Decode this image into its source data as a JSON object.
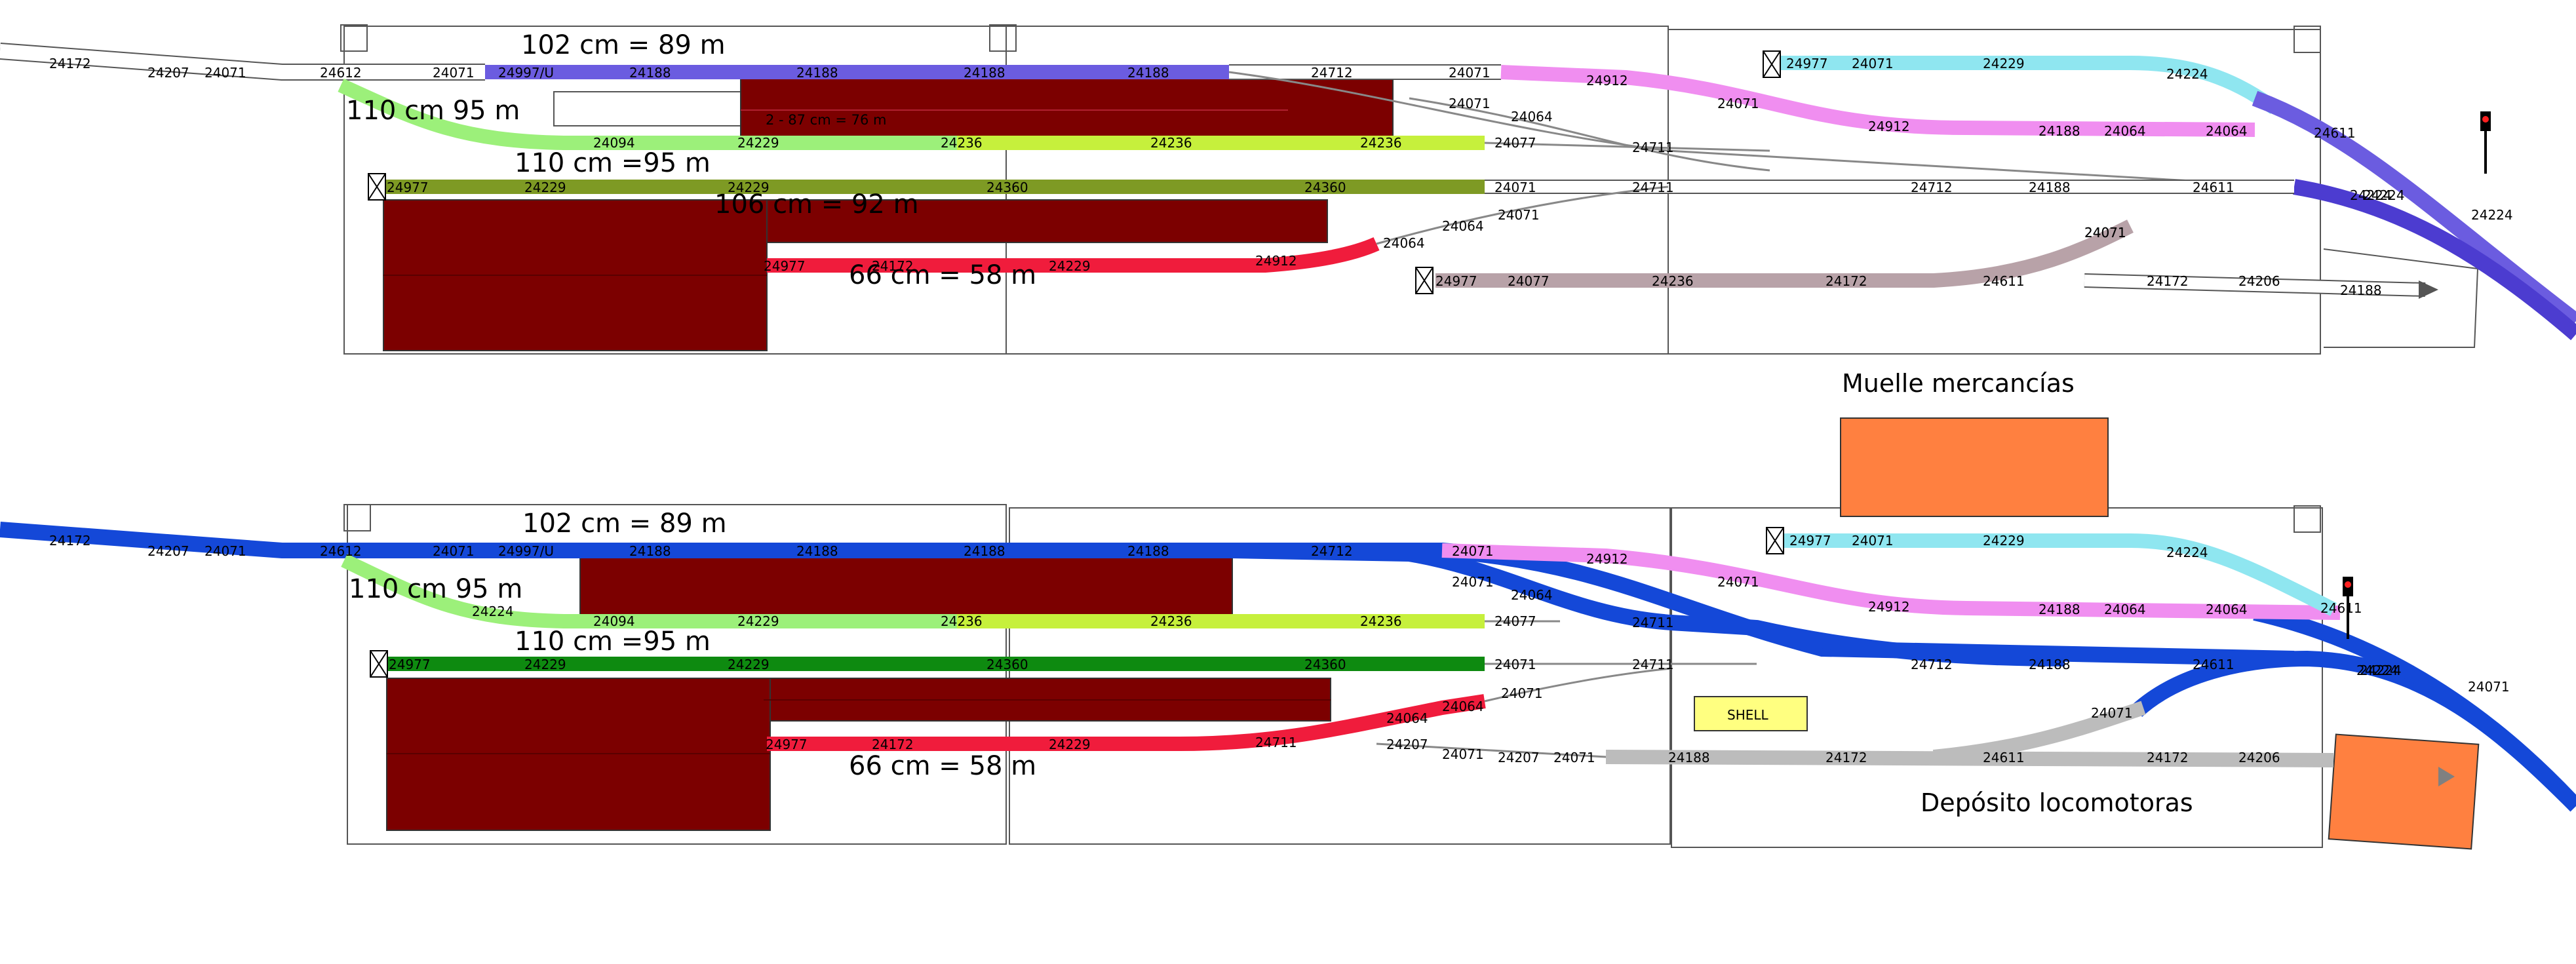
{
  "top_plan": {
    "captions": {
      "c1": "102 cm = 89 m",
      "c2": "110 cm 95 m",
      "c3": "110 cm =95 m",
      "c4": "106 cm = 92 m",
      "c5": "66 cm = 58 m",
      "c6": "2 - 87 cm = 76 m"
    },
    "labels": {
      "l01": "24172",
      "l02": "24207",
      "l03": "24071",
      "l04": "24612",
      "l05": "24071",
      "l06": "24997/U",
      "l07": "24188",
      "l08": "24188",
      "l09": "24188",
      "l10": "24188",
      "l11": "24712",
      "l12": "24071",
      "l13": "24912",
      "l14": "24071",
      "l15": "24912",
      "l16": "24188",
      "l17": "24064",
      "l18": "24064",
      "l19": "24071",
      "l20": "24064",
      "l21": "24977",
      "l22": "24071",
      "l23": "24229",
      "l24": "24224",
      "l25": "24611",
      "l26": "24224",
      "l27": "24224",
      "l28": "24094",
      "l29": "24229",
      "l30": "24236",
      "l31": "24236",
      "l32": "24236",
      "l33": "24077",
      "l34": "24711",
      "l35": "24977",
      "l36": "24229",
      "l37": "24229",
      "l38": "24360",
      "l39": "24360",
      "l40": "24071",
      "l41": "24711",
      "l42": "24712",
      "l43": "24188",
      "l44": "24611",
      "l45": "24224",
      "l46": "24071",
      "l47": "24977",
      "l48": "24172",
      "l49": "24229",
      "l50": "24912",
      "l51": "24064",
      "l52": "24064",
      "l53": "24071",
      "l54": "24977",
      "l55": "24077",
      "l56": "24236",
      "l57": "24172",
      "l58": "24611",
      "l59": "24071",
      "l60": "24172",
      "l61": "24206",
      "l62": "24188"
    }
  },
  "bottom_plan": {
    "captions": {
      "c1": "102 cm = 89 m",
      "c2": "110 cm 95 m",
      "c3": "110 cm =95 m",
      "c4": "66 cm = 58 m",
      "c5": "Muelle mercancías",
      "c6": "SHELL",
      "c7": "Depósito locomotoras"
    },
    "labels": {
      "l01": "24172",
      "l02": "24207",
      "l03": "24071",
      "l04": "24612",
      "l05": "24071",
      "l06": "24997/U",
      "l07": "24188",
      "l08": "24188",
      "l09": "24188",
      "l10": "24188",
      "l11": "24712",
      "l12": "24071",
      "l13": "24912",
      "l14": "24071",
      "l15": "24912",
      "l16": "24188",
      "l17": "24064",
      "l18": "24064",
      "l19": "24071",
      "l20": "24064",
      "l21": "24977",
      "l22": "24071",
      "l23": "24229",
      "l24": "24224",
      "l25": "24611",
      "l26": "24224",
      "l27": "24071",
      "l28": "24224",
      "l29": "24094",
      "l30": "24229",
      "l31": "24236",
      "l32": "24236",
      "l33": "24236",
      "l34": "24077",
      "l35": "24711",
      "l36": "24977",
      "l37": "24229",
      "l38": "24229",
      "l39": "24360",
      "l40": "24360",
      "l41": "24071",
      "l42": "24711",
      "l43": "24712",
      "l44": "24188",
      "l45": "24611",
      "l46": "24224",
      "l47": "24977",
      "l48": "24172",
      "l49": "24229",
      "l50": "24711",
      "l51": "24064",
      "l52": "24064",
      "l53": "24071",
      "l54": "24207",
      "l55": "24071",
      "l56": "24207",
      "l57": "24071",
      "l58": "24188",
      "l59": "24172",
      "l60": "24611",
      "l61": "24071",
      "l62": "24172",
      "l63": "24206"
    }
  },
  "colors": {
    "blue_purple": "#6b5ce0",
    "magenta": "#f08ef0",
    "cyan": "#8fe6f0",
    "light_green": "#9cf07a",
    "lime": "#c6f03c",
    "olive": "#7e9a24",
    "red": "#f01c3c",
    "tan": "#b8a2a8",
    "dark_blue": "#1448d8",
    "green": "#0e8a10",
    "gray": "#bcbcbc",
    "dark_red": "#7c0000",
    "orange": "#ff8040",
    "yellow": "#ffff80"
  }
}
